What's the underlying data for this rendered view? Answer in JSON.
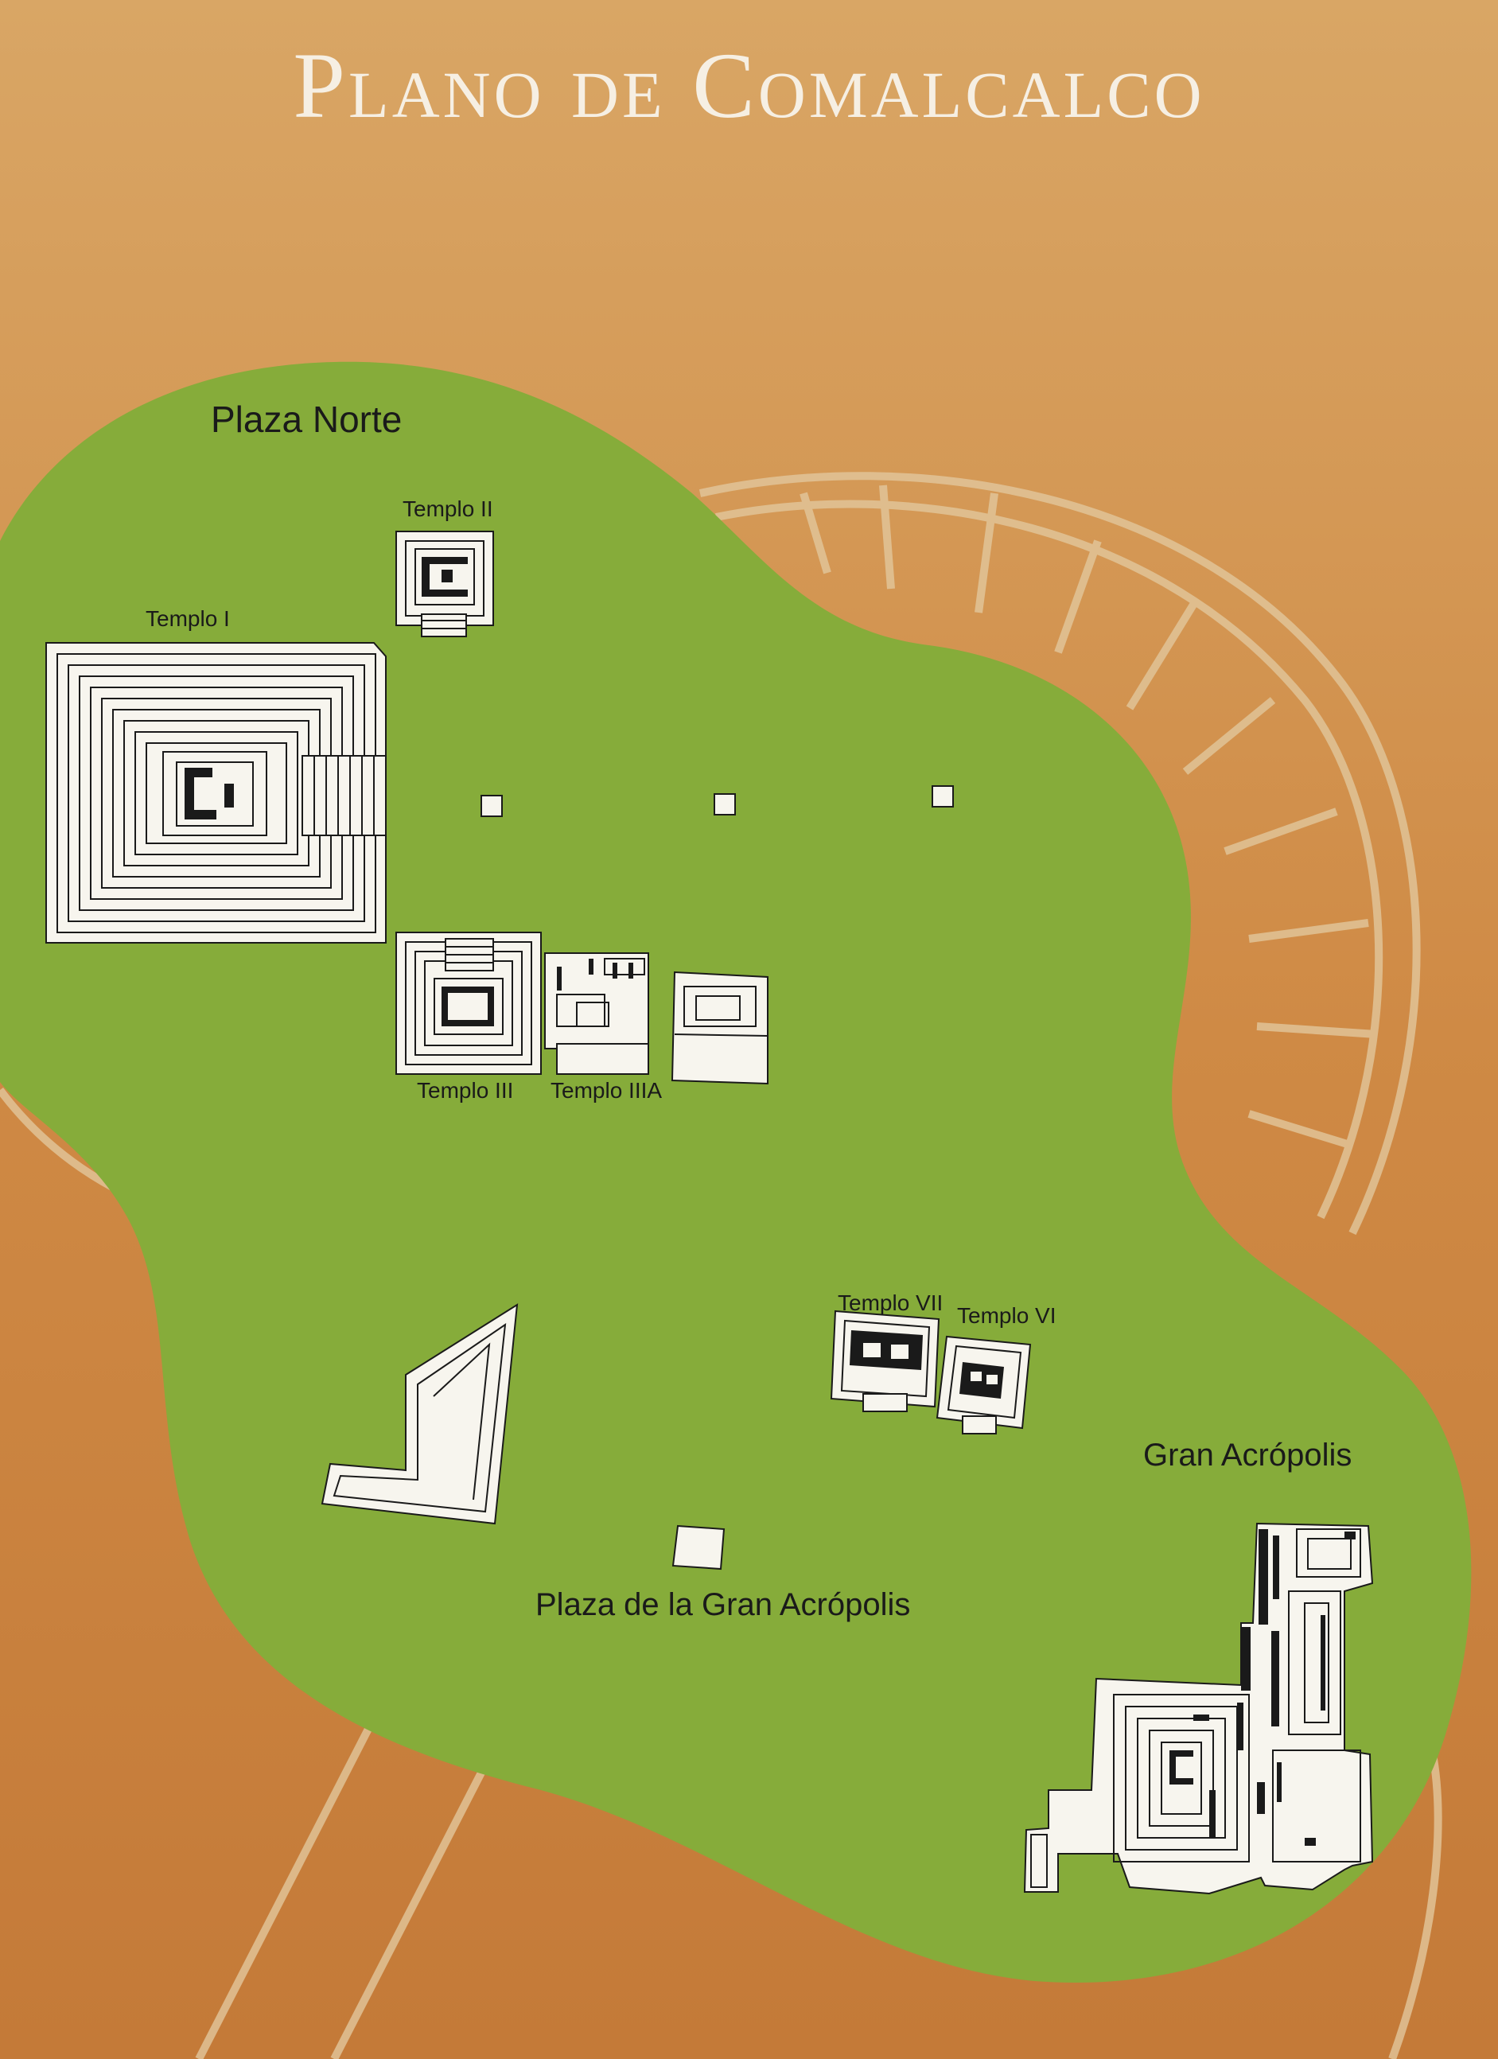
{
  "title": "Plano de Comalcalco",
  "labels": {
    "plaza_norte": "Plaza Norte",
    "templo_i": "Templo I",
    "templo_ii": "Templo II",
    "templo_iii": "Templo III",
    "templo_iiia": "Templo IIIA",
    "templo_vi": "Templo VI",
    "templo_vii": "Templo VII",
    "gran_acropolis": "Gran Acrópolis",
    "plaza_gran_acropolis": "Plaza de la Gran Acrópolis"
  },
  "colors": {
    "background_top": "#d9a665",
    "background_bottom": "#c47a38",
    "plaza_green": "#86ac3a",
    "structure_fill": "#f7f5ee",
    "structure_line": "#1a1a1a",
    "watermark": "#e2c79c"
  }
}
